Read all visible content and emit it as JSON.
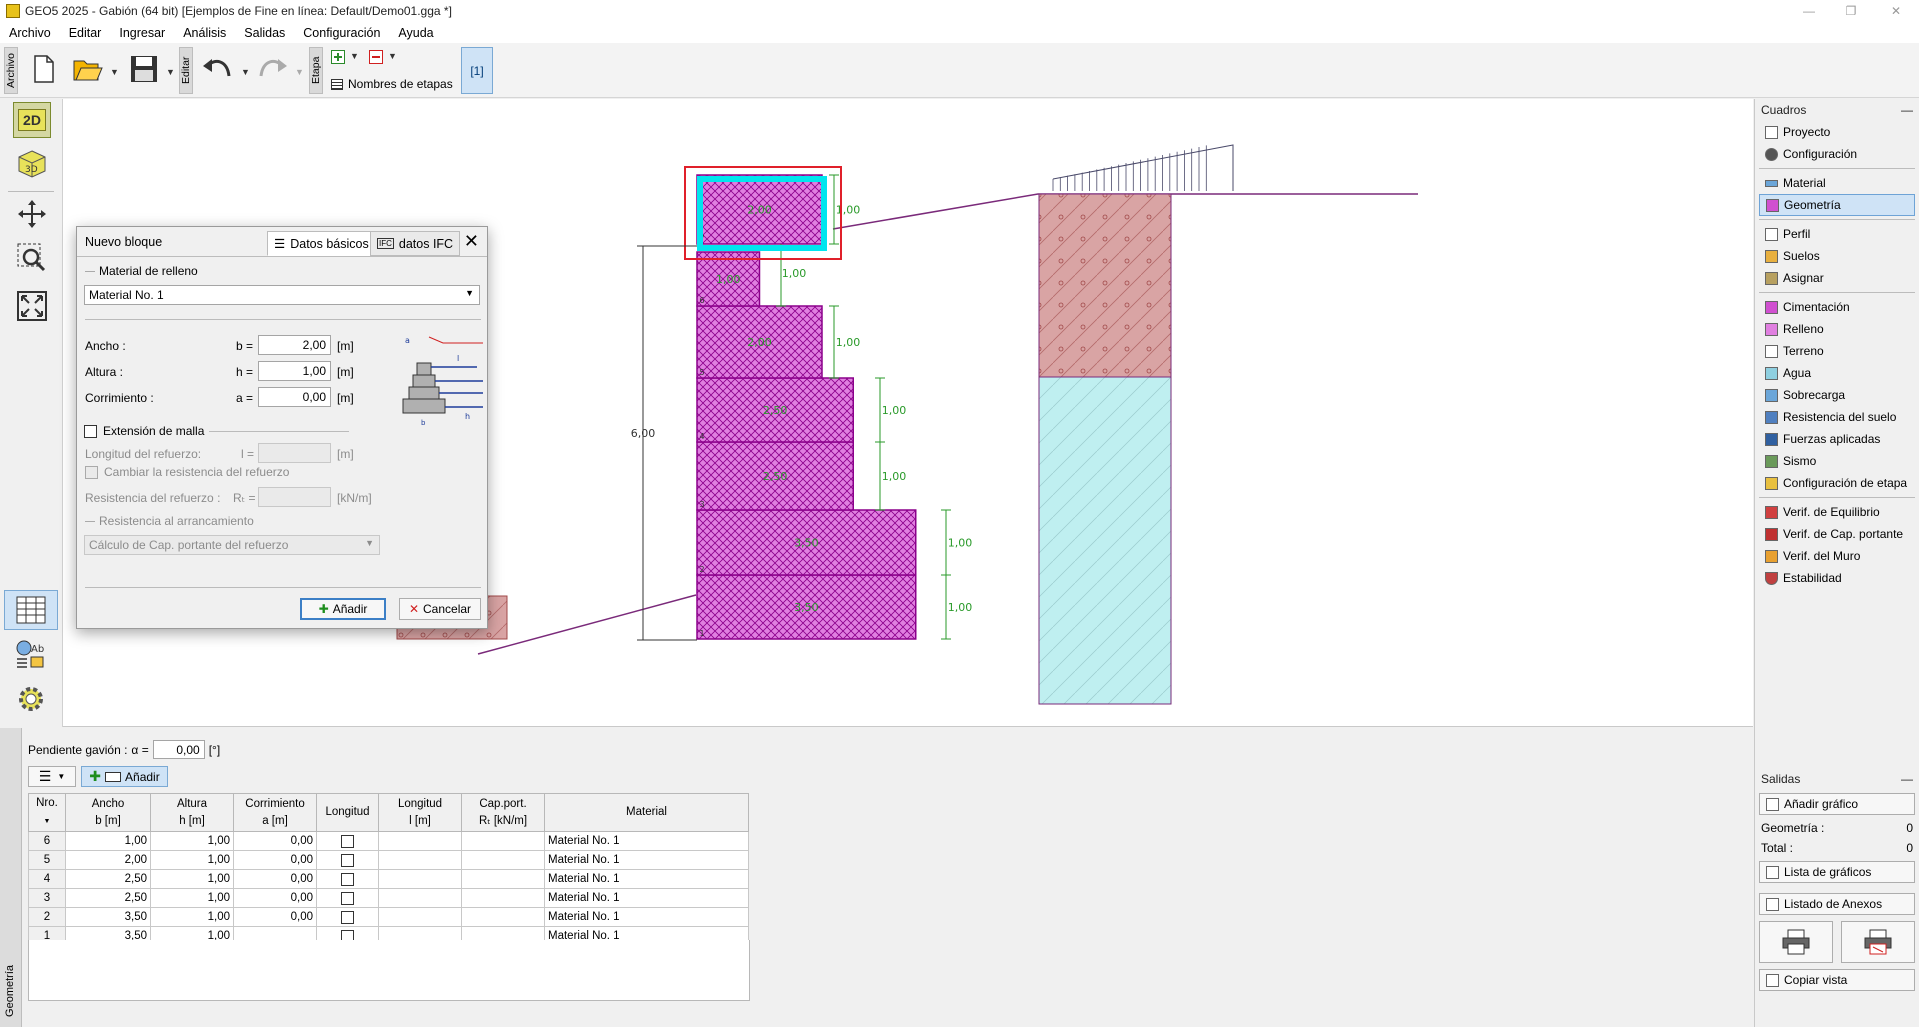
{
  "window": {
    "title": "GEO5 2025 - Gabión (64 bit) [Ejemplos de Fine en línea: Default/Demo01.gga *]",
    "controls": [
      "—",
      "❐",
      "✕"
    ]
  },
  "menu": [
    "Archivo",
    "Editar",
    "Ingresar",
    "Análisis",
    "Salidas",
    "Configuración",
    "Ayuda"
  ],
  "toolbar": {
    "archivo_tab": "Archivo",
    "editar_tab": "Editar",
    "etapa_tab": "Etapa",
    "stage_names_label": "Nombres de etapas",
    "stage_button": "[1]"
  },
  "left_tools": {
    "btn_2d": "2D",
    "btn_3d": "3D"
  },
  "drawing": {
    "total_height": "6,00",
    "blocks": [
      {
        "n": "1",
        "width": "3,50",
        "height": "1,00"
      },
      {
        "n": "2",
        "width": "3,50",
        "height": "1,00"
      },
      {
        "n": "3",
        "width": "2,50",
        "height": "1,00"
      },
      {
        "n": "4",
        "width": "2,50",
        "height": "1,00"
      },
      {
        "n": "5",
        "width": "2,00",
        "height": "1,00"
      },
      {
        "n": "6",
        "width": "1,00",
        "height": "1,00"
      },
      {
        "n": "7",
        "width": "2,00",
        "height": "1,00"
      }
    ],
    "colors": {
      "gabion": "#d96fd6",
      "gabion_stroke": "#8b008b",
      "soil": "#d9a1a1",
      "water": "#bfeff0",
      "selection": "#00e5ee",
      "highlight": "#e0202a",
      "dim": "#2a9a2a"
    }
  },
  "right_panel": {
    "cuadros_title": "Cuadros",
    "items_group1": [
      "Proyecto",
      "Configuración"
    ],
    "items_group2": [
      "Material",
      "Geometría"
    ],
    "items_group3": [
      "Perfil",
      "Suelos",
      "Asignar"
    ],
    "items_group4": [
      "Cimentación",
      "Relleno",
      "Terreno",
      "Agua",
      "Sobrecarga",
      "Resistencia del suelo",
      "Fuerzas aplicadas",
      "Sismo",
      "Configuración de etapa"
    ],
    "items_group5": [
      "Verif. de Equilibrio",
      "Verif. de Cap. portante",
      "Verif. del Muro",
      "Estabilidad"
    ],
    "active_item": "Geometría",
    "salidas_title": "Salidas",
    "add_graphic": "Añadir gráfico",
    "geometria_label": "Geometría :",
    "geometria_value": "0",
    "total_label": "Total :",
    "total_value": "0",
    "graphics_list": "Lista de gráficos",
    "annex_list": "Listado de Anexos",
    "copy_view": "Copiar vista"
  },
  "bottom_panel": {
    "side_tab": "Geometría",
    "slope_label": "Pendiente gavión :",
    "alpha_label": "α =",
    "slope_value": "0,00",
    "slope_unit": "[°]",
    "add_button": "Añadir",
    "columns": [
      {
        "top": "Nro.",
        "bottom": ""
      },
      {
        "top": "Ancho",
        "bottom": "b [m]"
      },
      {
        "top": "Altura",
        "bottom": "h [m]"
      },
      {
        "top": "Corrimiento",
        "bottom": "a [m]"
      },
      {
        "top": "Longitud",
        "bottom": ""
      },
      {
        "top": "Longitud",
        "bottom": "l [m]"
      },
      {
        "top": "Cap.port.",
        "bottom": "Rₜ [kN/m]"
      },
      {
        "top": "Material",
        "bottom": ""
      }
    ],
    "rows": [
      {
        "n": "6",
        "b": "1,00",
        "h": "1,00",
        "a": "0,00",
        "m": "Material No. 1"
      },
      {
        "n": "5",
        "b": "2,00",
        "h": "1,00",
        "a": "0,00",
        "m": "Material No. 1"
      },
      {
        "n": "4",
        "b": "2,50",
        "h": "1,00",
        "a": "0,00",
        "m": "Material No. 1"
      },
      {
        "n": "3",
        "b": "2,50",
        "h": "1,00",
        "a": "0,00",
        "m": "Material No. 1"
      },
      {
        "n": "2",
        "b": "3,50",
        "h": "1,00",
        "a": "0,00",
        "m": "Material No. 1"
      },
      {
        "n": "1",
        "b": "3,50",
        "h": "1,00",
        "a": "",
        "m": "Material No. 1"
      }
    ]
  },
  "dialog": {
    "title": "Nuevo bloque",
    "tab_basic": "Datos básicos",
    "tab_ifc": "datos IFC",
    "group_fill": "Material de relleno",
    "material": "Material No. 1",
    "ancho_label": "Ancho :",
    "ancho_sym": "b =",
    "ancho_value": "2,00",
    "altura_label": "Altura :",
    "altura_sym": "h =",
    "altura_value": "1,00",
    "corr_label": "Corrimiento :",
    "corr_sym": "a =",
    "corr_value": "0,00",
    "unit_m": "[m]",
    "mesh_ext": "Extensión de malla",
    "reinf_len_label": "Longitud del refuerzo:",
    "reinf_len_sym": "l =",
    "change_res": "Cambiar la resistencia del refuerzo",
    "reinf_res_label": "Resistencia del refuerzo :",
    "reinf_res_sym": "Rₜ =",
    "unit_knm": "[kN/m]",
    "pullout_group": "Resistencia al arrancamiento",
    "pullout_select": "Cálculo de Cap. portante del refuerzo",
    "add_btn": "Añadir",
    "cancel_btn": "Cancelar"
  }
}
